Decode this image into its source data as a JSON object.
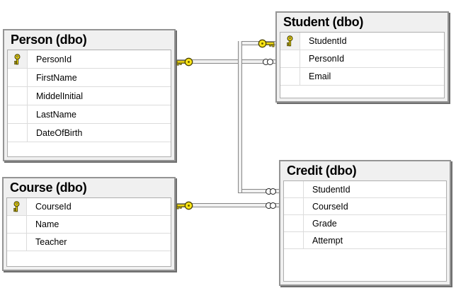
{
  "tables": [
    {
      "title": "Person (dbo)",
      "columns": [
        {
          "name": "PersonId",
          "pk": true
        },
        {
          "name": "FirstName",
          "pk": false
        },
        {
          "name": "MiddelInitial",
          "pk": false
        },
        {
          "name": "LastName",
          "pk": false
        },
        {
          "name": "DateOfBirth",
          "pk": false
        }
      ]
    },
    {
      "title": "Student (dbo)",
      "columns": [
        {
          "name": "StudentId",
          "pk": true
        },
        {
          "name": "PersonId",
          "pk": false
        },
        {
          "name": "Email",
          "pk": false
        }
      ]
    },
    {
      "title": "Course (dbo)",
      "columns": [
        {
          "name": "CourseId",
          "pk": true
        },
        {
          "name": "Name",
          "pk": false
        },
        {
          "name": "Teacher",
          "pk": false
        }
      ]
    },
    {
      "title": "Credit (dbo)",
      "columns": [
        {
          "name": "StudentId",
          "pk": false
        },
        {
          "name": "CourseId",
          "pk": false
        },
        {
          "name": "Grade",
          "pk": false
        },
        {
          "name": "Attempt",
          "pk": false
        }
      ]
    }
  ],
  "relationships": [
    {
      "one_side": "Person (dbo)",
      "many_side": "Student (dbo)",
      "one_end_icon": "key-icon",
      "many_end_icon": "infinity-icon"
    },
    {
      "one_side": "Student (dbo)",
      "many_side": "Credit (dbo)",
      "one_end_icon": "key-icon",
      "many_end_icon": "infinity-icon"
    },
    {
      "one_side": "Course (dbo)",
      "many_side": "Credit (dbo)",
      "one_end_icon": "key-icon",
      "many_end_icon": "infinity-icon"
    }
  ],
  "colors": {
    "canvas_bg": "#ffffff",
    "node_bg": "#f0f0f0",
    "node_border": "#949494",
    "node_shadow": "#6e6e6e",
    "grid_border": "#aeaeae",
    "row_separator": "#dcdcdc",
    "pk_cell_bg": "#f1f1f1",
    "pipe_core": "#f1f1f1",
    "pipe_edge": "#868686",
    "key_yellow": "#ffe617",
    "key_outline": "#4d4600",
    "infinity_outline": "#1f1f1f",
    "text": "#000000"
  }
}
